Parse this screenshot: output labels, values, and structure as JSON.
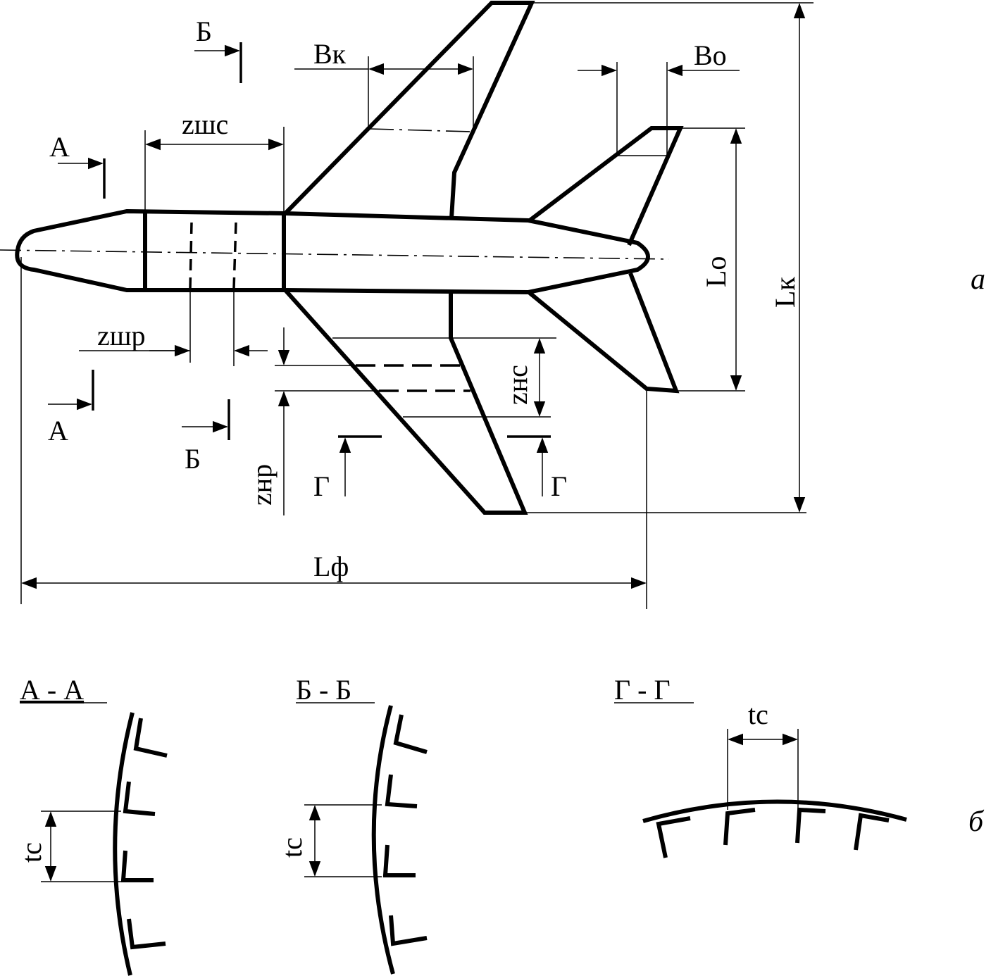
{
  "panel_labels": {
    "a": "а",
    "b": "б"
  },
  "dimensions": {
    "Bk": "Вк",
    "Bo": "Во",
    "Zshs": "zшс",
    "Zshr": "zшр",
    "Znc": "zнс",
    "Znr": "zнр",
    "Lo": "Lo",
    "Lk": "Lк",
    "Lf": "Lф"
  },
  "section_marks": {
    "A": "А",
    "B": "Б",
    "G": "Г"
  },
  "sections": {
    "AA_title": "А - А",
    "BB_title": "Б - Б",
    "GG_title": "Г - Г",
    "pitch_label": "tc"
  },
  "colors": {
    "line": "#000000",
    "background": "#ffffff"
  }
}
